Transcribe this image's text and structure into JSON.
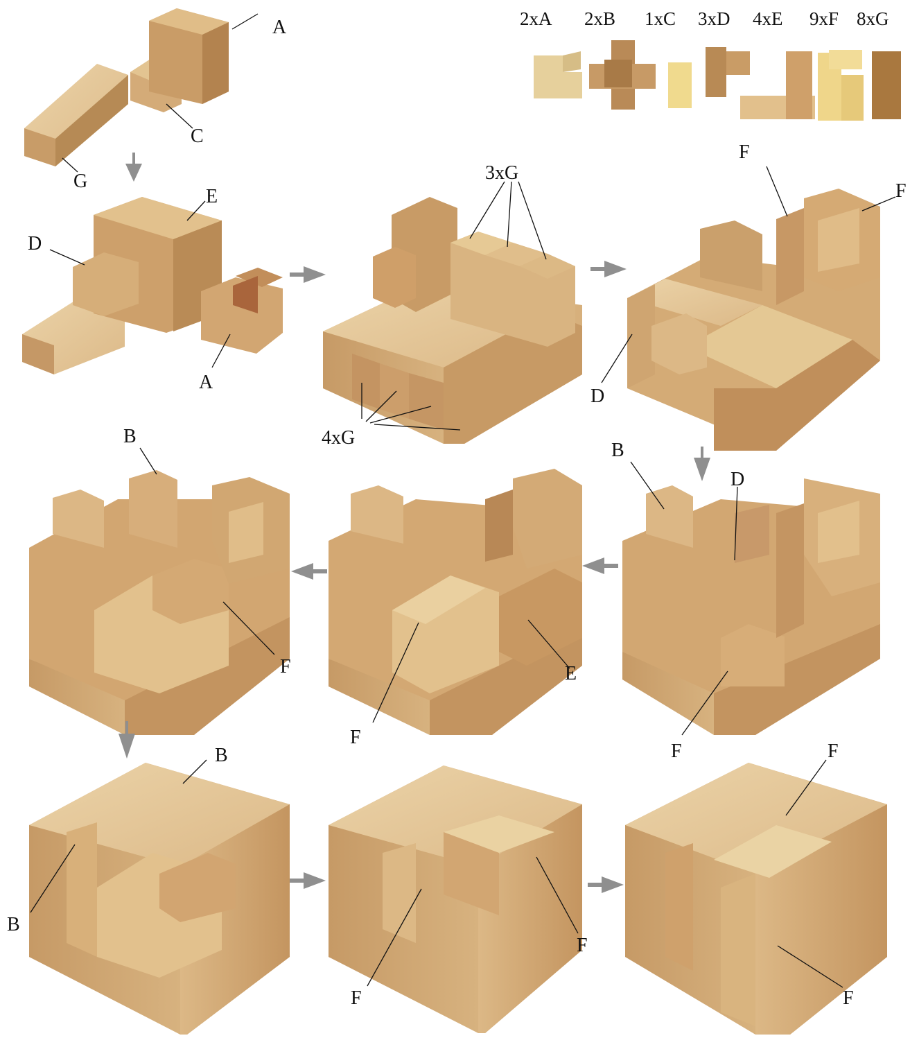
{
  "legend": {
    "items": [
      "2xA",
      "2xB",
      "1xC",
      "3xD",
      "4xE",
      "9xF",
      "8xG"
    ]
  },
  "photos": [
    {
      "labels": [
        "A",
        "C",
        "G"
      ]
    },
    {
      "labels": [
        "D",
        "E",
        "A"
      ]
    },
    {
      "labels": [
        "3xG",
        "4xG"
      ]
    },
    {
      "labels": [
        "F",
        "F",
        "D"
      ]
    },
    {
      "labels": [
        "B",
        "F"
      ]
    },
    {
      "labels": [
        "F",
        "E"
      ]
    },
    {
      "labels": [
        "B",
        "D",
        "F"
      ]
    },
    {
      "labels": [
        "B",
        "B"
      ]
    },
    {
      "labels": [
        "F",
        "F"
      ]
    },
    {
      "labels": [
        "F",
        "F"
      ]
    }
  ],
  "colors": {
    "wood_light": "#e8cfa4",
    "wood_mid": "#d9b382",
    "wood_dark": "#b98d5c",
    "wood_shade": "#a8794a",
    "arrow": "#8f8f8f"
  }
}
